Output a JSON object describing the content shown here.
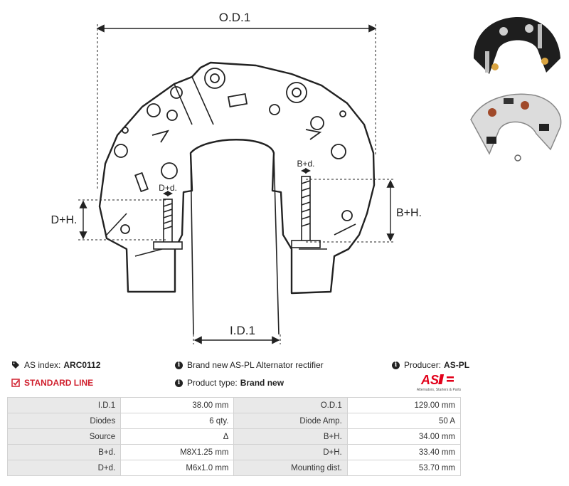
{
  "diagram": {
    "od_label": "O.D.1",
    "id_label": "I.D.1",
    "dh_label": "D+H.",
    "bh_label": "B+H.",
    "dd_label": "D+d.",
    "bd_label": "B+d."
  },
  "info": {
    "as_index_label": "AS index:",
    "as_index_value": "ARC0112",
    "standard_line": "STANDARD LINE",
    "brand_text": "Brand new AS-PL Alternator rectifier",
    "product_type_label": "Product type:",
    "product_type_value": "Brand new",
    "producer_label": "Producer:",
    "producer_value": "AS-PL"
  },
  "logo": {
    "mark": "AS",
    "tagline": "Alternators, Starters & Parts",
    "color": "#e2001a"
  },
  "specs": [
    [
      "I.D.1",
      "38.00 mm",
      "O.D.1",
      "129.00 mm"
    ],
    [
      "Diodes",
      "6 qty.",
      "Diode Amp.",
      "50 A"
    ],
    [
      "Source",
      "Δ",
      "B+H.",
      "34.00 mm"
    ],
    [
      "B+d.",
      "M8X1.25 mm",
      "D+H.",
      "33.40 mm"
    ],
    [
      "D+d.",
      "M6x1.0 mm",
      "Mounting dist.",
      "53.70 mm"
    ]
  ],
  "icons": [
    "tag-icon",
    "check-box-icon",
    "info-icon"
  ]
}
